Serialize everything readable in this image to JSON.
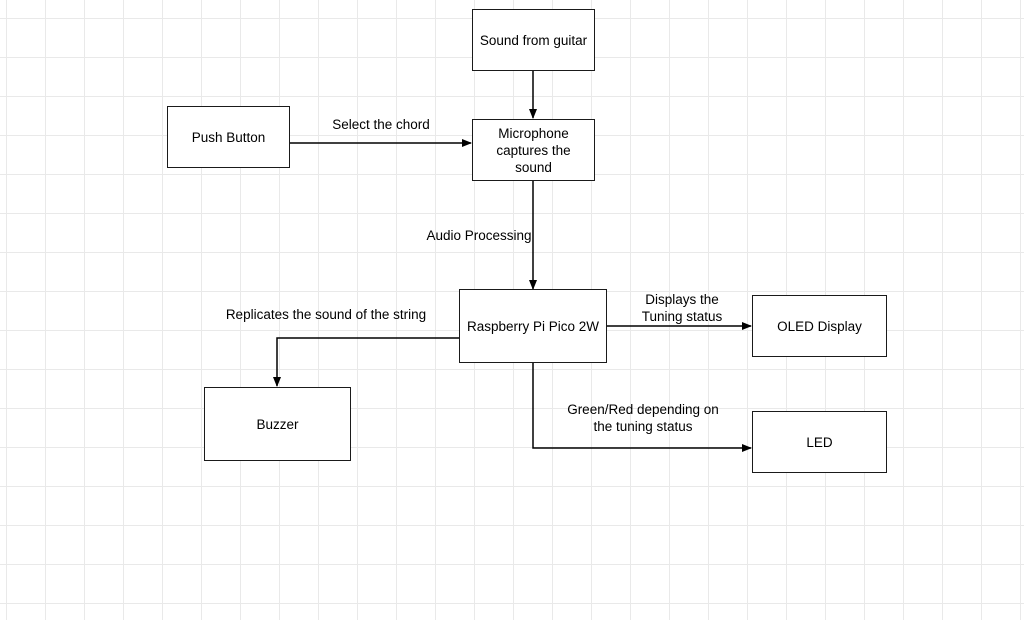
{
  "diagram": {
    "nodes": {
      "sound_from_guitar": "Sound from guitar",
      "push_button": "Push Button",
      "microphone": "Microphone\ncaptures the\nsound",
      "raspberry_pi": "Raspberry Pi Pico 2W",
      "buzzer": "Buzzer",
      "oled_display": "OLED Display",
      "led": "LED"
    },
    "edges": {
      "select_chord": "Select the chord",
      "audio_processing": "Audio Processing",
      "replicates_sound": "Replicates the sound of the string",
      "displays_tuning": "Displays the\nTuning status",
      "green_red": "Green/Red depending on\nthe tuning status"
    }
  }
}
